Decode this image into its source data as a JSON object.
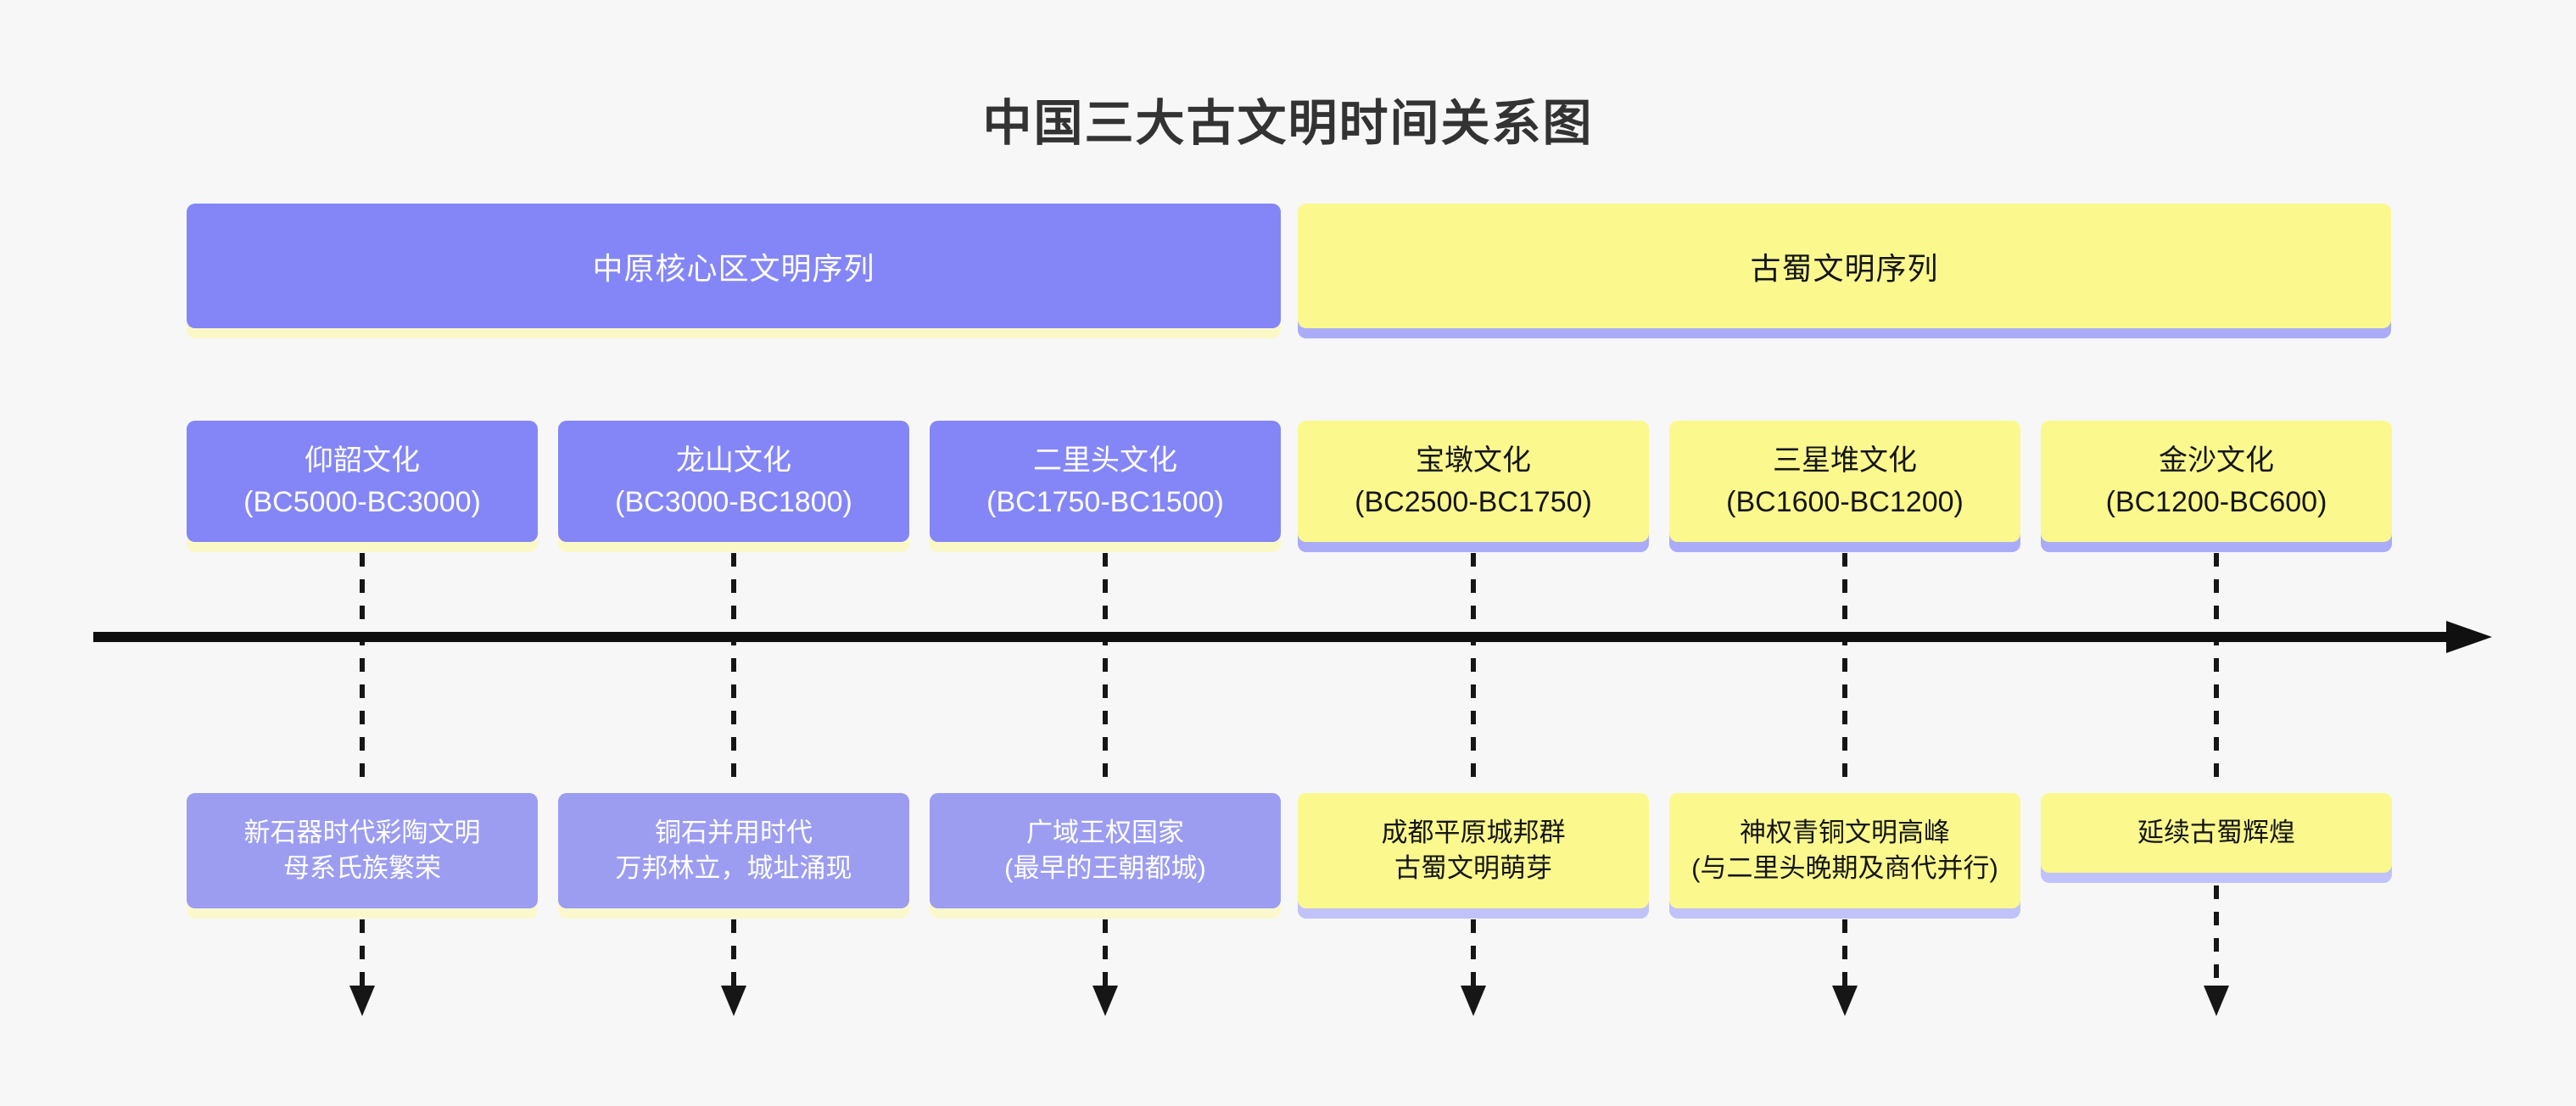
{
  "title": "中国三大古文明时间关系图",
  "headers": [
    {
      "label": "中原核心区文明序列",
      "theme": "purple"
    },
    {
      "label": "古蜀文明序列",
      "theme": "yellow"
    }
  ],
  "columns": [
    {
      "group": "central-plains",
      "name": "仰韶文化",
      "period": "(BC5000-BC3000)",
      "desc": "新石器时代彩陶文明\n母系氏族繁荣"
    },
    {
      "group": "central-plains",
      "name": "龙山文化",
      "period": "(BC3000-BC1800)",
      "desc": "铜石并用时代\n万邦林立，城址涌现"
    },
    {
      "group": "central-plains",
      "name": "二里头文化",
      "period": "(BC1750-BC1500)",
      "desc": "广域王权国家\n(最早的王朝都城)"
    },
    {
      "group": "ancient-shu",
      "name": "宝墩文化",
      "period": "(BC2500-BC1750)",
      "desc": "成都平原城邦群\n古蜀文明萌芽"
    },
    {
      "group": "ancient-shu",
      "name": "三星堆文化",
      "period": "(BC1600-BC1200)",
      "desc": "神权青铜文明高峰\n(与二里头晚期及商代并行)"
    },
    {
      "group": "ancient-shu",
      "name": "金沙文化",
      "period": "(BC1200-BC600)",
      "desc": "延续古蜀辉煌"
    }
  ],
  "colors": {
    "purple": "#8486f7",
    "purple_light": "#9c9df1",
    "yellow": "#fbf98d",
    "shadow_pale_yellow": "#fbf8c8",
    "shadow_pale_purple": "#aaacf8",
    "ink": "#151515",
    "background": "#f7f7f8"
  },
  "timeline": {
    "direction": "left-to-right",
    "tick_labels": []
  }
}
